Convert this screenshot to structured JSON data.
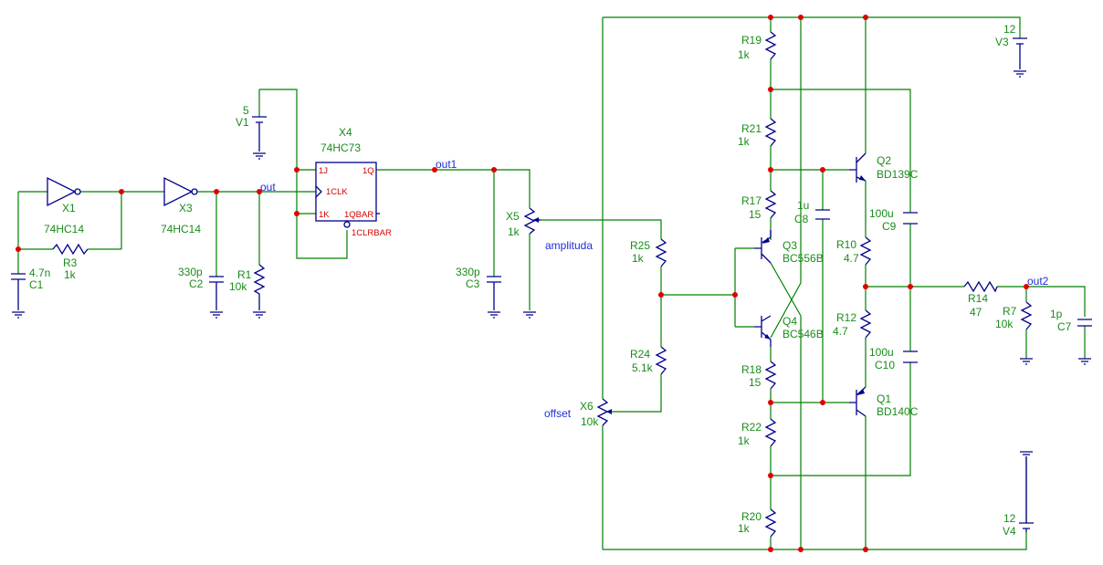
{
  "components": {
    "X1": {
      "ref": "X1",
      "value": "74HC14"
    },
    "X3": {
      "ref": "X3",
      "value": "74HC14"
    },
    "X4": {
      "ref": "X4",
      "value": "74HC73",
      "pins": {
        "j": "1J",
        "clk": "1CLK",
        "k": "1K",
        "q": "1Q",
        "qbar": "1QBAR",
        "clrbar": "1CLRBAR"
      }
    },
    "X5": {
      "ref": "X5",
      "value": "1k"
    },
    "X6": {
      "ref": "X6",
      "value": "10k"
    },
    "R1": {
      "ref": "R1",
      "value": "10k"
    },
    "R3": {
      "ref": "R3",
      "value": "1k"
    },
    "R7": {
      "ref": "R7",
      "value": "10k"
    },
    "R10": {
      "ref": "R10",
      "value": "4.7"
    },
    "R12": {
      "ref": "R12",
      "value": "4.7"
    },
    "R14": {
      "ref": "R14",
      "value": "47"
    },
    "R17": {
      "ref": "R17",
      "value": "15"
    },
    "R18": {
      "ref": "R18",
      "value": "15"
    },
    "R19": {
      "ref": "R19",
      "value": "1k"
    },
    "R20": {
      "ref": "R20",
      "value": "1k"
    },
    "R21": {
      "ref": "R21",
      "value": "1k"
    },
    "R22": {
      "ref": "R22",
      "value": "1k"
    },
    "R24": {
      "ref": "R24",
      "value": "5.1k"
    },
    "R25": {
      "ref": "R25",
      "value": "1k"
    },
    "C1": {
      "ref": "C1",
      "value": "4.7n"
    },
    "C2": {
      "ref": "C2",
      "value": "330p"
    },
    "C3": {
      "ref": "C3",
      "value": "330p"
    },
    "C7": {
      "ref": "C7",
      "value": "1p"
    },
    "C8": {
      "ref": "C8",
      "value": "1u"
    },
    "C9": {
      "ref": "C9",
      "value": "100u"
    },
    "C10": {
      "ref": "C10",
      "value": "100u"
    },
    "Q1": {
      "ref": "Q1",
      "value": "BD140C"
    },
    "Q2": {
      "ref": "Q2",
      "value": "BD139C"
    },
    "Q3": {
      "ref": "Q3",
      "value": "BC556B"
    },
    "Q4": {
      "ref": "Q4",
      "value": "BC546B"
    },
    "V1": {
      "ref": "V1",
      "value": "5"
    },
    "V3": {
      "ref": "V3",
      "value": "12"
    },
    "V4": {
      "ref": "V4",
      "value": "12"
    }
  },
  "nets": {
    "out": "out",
    "out1": "out1",
    "out2": "out2",
    "amplituda": "amplituda",
    "offset": "offset"
  },
  "colors": {
    "wire": "#008000",
    "component": "#00008b",
    "junction": "#e00000",
    "label": "#1a8c1a",
    "net_label": "#1f2ed6",
    "pin_label": "#d40000"
  }
}
